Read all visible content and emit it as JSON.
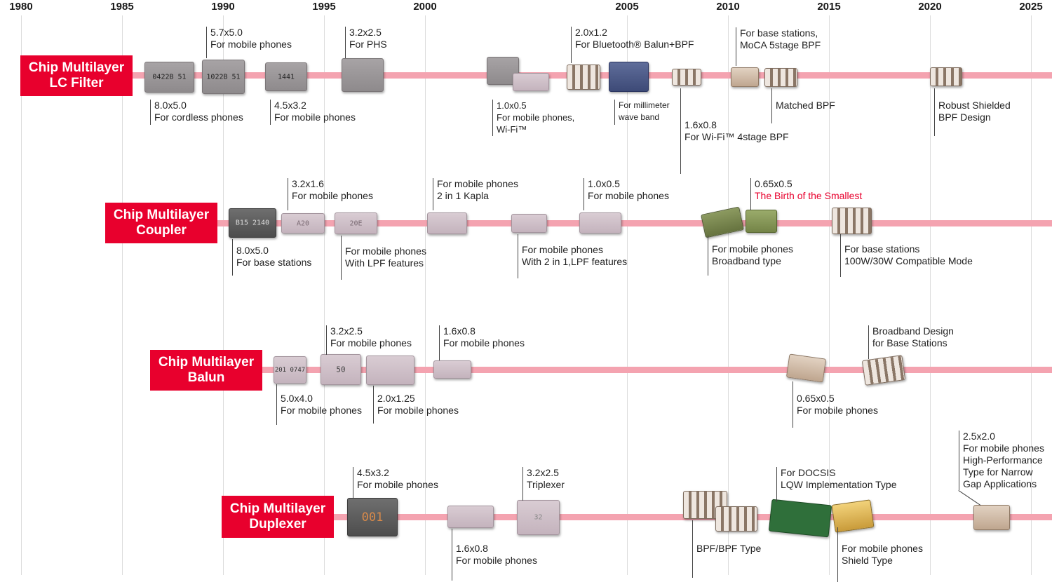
{
  "timeline": {
    "years": [
      "1980",
      "1985",
      "1990",
      "1995",
      "2000",
      "2005",
      "2010",
      "2015",
      "2020",
      "2025"
    ]
  },
  "rows": [
    {
      "id": "lc-filter",
      "category": [
        "Chip Multilayer",
        "LC Filter"
      ],
      "chip_markings": [
        "0422B 51",
        "1022B 51",
        "1441",
        ""
      ],
      "labels": [
        [
          "5.7x5.0",
          "For mobile phones"
        ],
        [
          "3.2x2.5",
          "For PHS"
        ],
        [
          "2.0x1.2",
          "For Bluetooth® Balun+BPF"
        ],
        [
          "For base stations,",
          "MoCA 5stage BPF"
        ],
        [
          "8.0x5.0",
          "For cordless phones"
        ],
        [
          "4.5x3.2",
          "For mobile phones"
        ],
        [
          "1.0x0.5",
          "For mobile phones,",
          "Wi-Fi™"
        ],
        [
          "For millimeter",
          "wave band"
        ],
        [
          "1.6x0.8",
          "For Wi-Fi™ 4stage BPF"
        ],
        [
          "Matched BPF"
        ],
        [
          "Robust Shielded",
          "BPF Design"
        ]
      ]
    },
    {
      "id": "coupler",
      "category": [
        "Chip Multilayer",
        "Coupler"
      ],
      "chip_markings": [
        "B15 2140",
        "A20",
        "20E"
      ],
      "labels": [
        [
          "3.2x1.6",
          "For mobile phones"
        ],
        [
          "For mobile phones",
          "2 in 1 Kapla"
        ],
        [
          "1.0x0.5",
          "For mobile phones"
        ],
        [
          "0.65x0.5",
          "The Birth of the Smallest"
        ],
        [
          "8.0x5.0",
          "For base stations"
        ],
        [
          "For mobile phones",
          "With LPF features"
        ],
        [
          "For mobile phones",
          "With 2 in 1,LPF features"
        ],
        [
          "For mobile phones",
          "Broadband type"
        ],
        [
          "For base stations",
          "100W/30W Compatible Mode"
        ]
      ]
    },
    {
      "id": "balun",
      "category": [
        "Chip Multilayer",
        "Balun"
      ],
      "chip_markings": [
        "201 0747",
        "50"
      ],
      "labels": [
        [
          "3.2x2.5",
          "For mobile phones"
        ],
        [
          "1.6x0.8",
          "For mobile phones"
        ],
        [
          "Broadband Design",
          "for Base Stations"
        ],
        [
          "5.0x4.0",
          "For mobile phones"
        ],
        [
          "2.0x1.25",
          "For mobile phones"
        ],
        [
          "0.65x0.5",
          "For mobile phones"
        ]
      ]
    },
    {
      "id": "duplexer",
      "category": [
        "Chip Multilayer",
        "Duplexer"
      ],
      "chip_markings": [
        "001",
        "32"
      ],
      "labels": [
        [
          "4.5x3.2",
          "For mobile phones"
        ],
        [
          "3.2x2.5",
          "Triplexer"
        ],
        [
          "For DOCSIS",
          "LQW Implementation Type"
        ],
        [
          "2.5x2.0",
          "For mobile phones",
          "High-Performance",
          "Type for Narrow",
          "Gap Applications"
        ],
        [
          "1.6x0.8",
          "For mobile phones"
        ],
        [
          "BPF/BPF Type"
        ],
        [
          "For mobile phones",
          "Shield Type"
        ]
      ]
    }
  ],
  "colors": {
    "accent": "#e8002d",
    "track": "#f4a3b0",
    "gridline": "#dcdcdc"
  }
}
